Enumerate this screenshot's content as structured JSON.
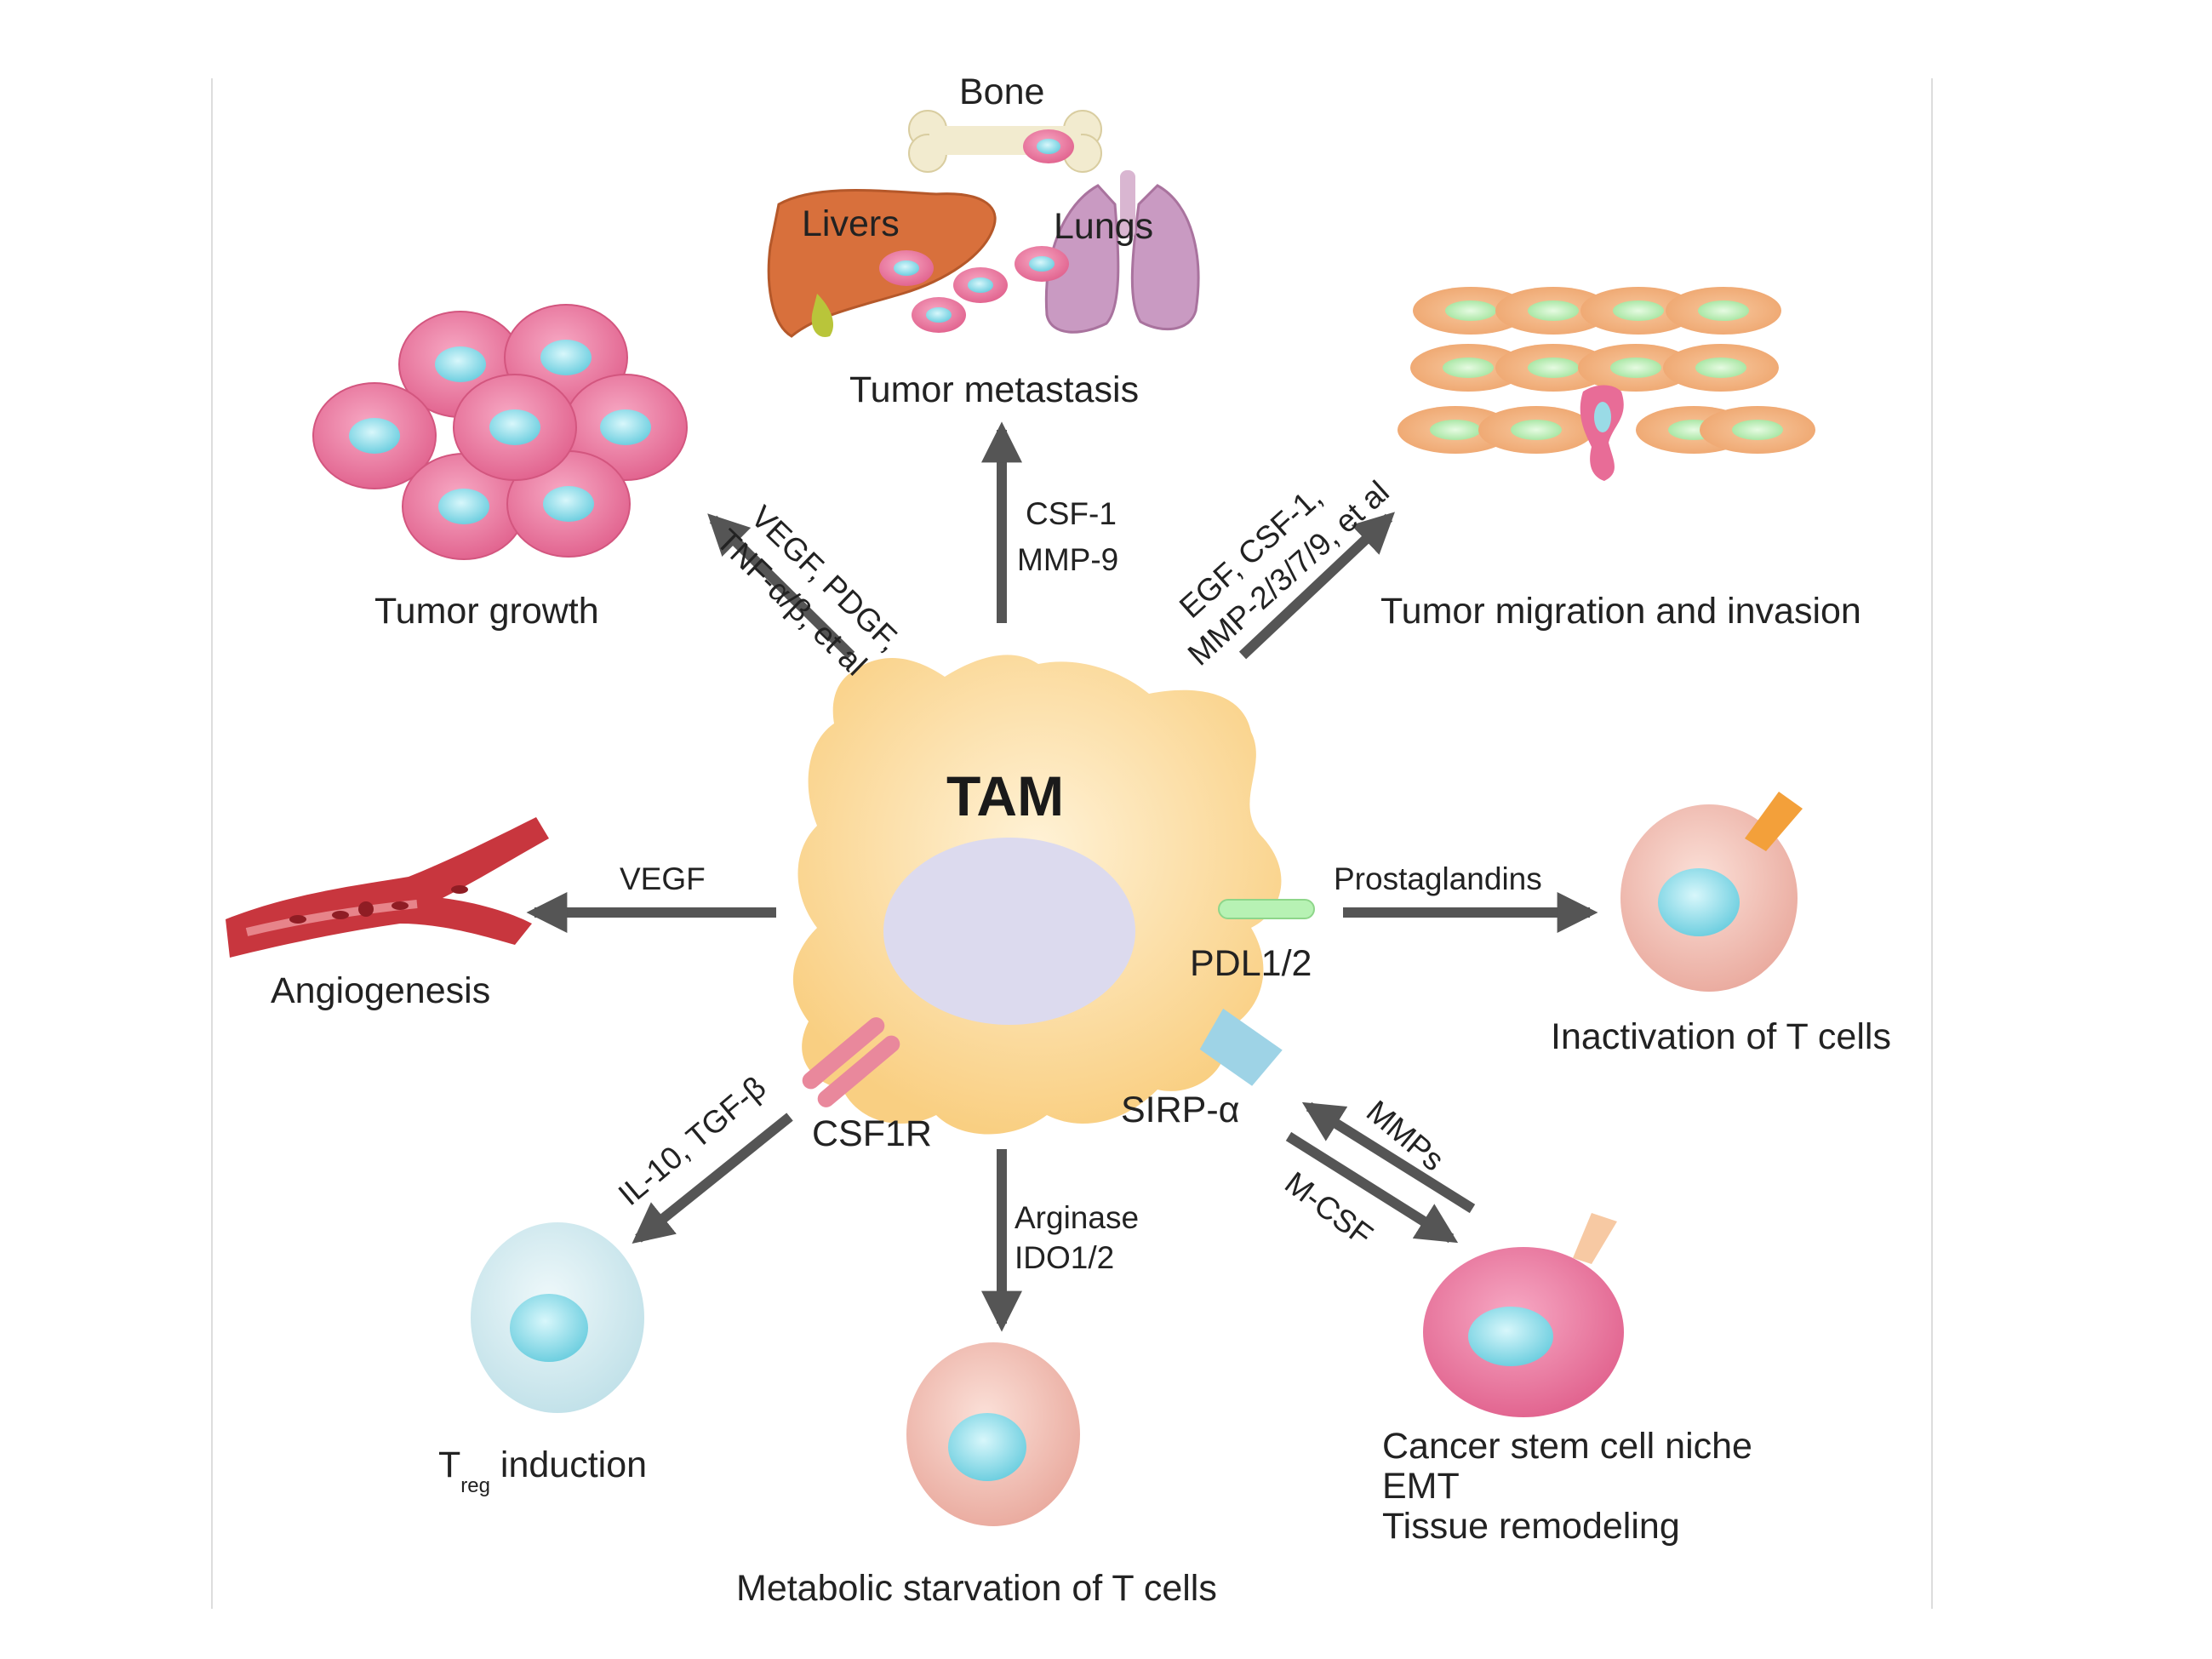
{
  "center": {
    "label": "TAM"
  },
  "receptors": {
    "pdl": "PDL1/2",
    "csf1r": "CSF1R",
    "sirp": "SIRP-α"
  },
  "organs": {
    "bone": "Bone",
    "livers": "Livers",
    "lungs": "Lungs"
  },
  "outcomes": {
    "metastasis": "Tumor metastasis",
    "growth": "Tumor growth",
    "migration": "Tumor migration and invasion",
    "angiogenesis": "Angiogenesis",
    "tcell_inactivation": "Inactivation of T cells",
    "treg_main": "T",
    "treg_sub": "reg",
    "treg_rest": " induction",
    "starvation": "Metabolic starvation of T cells",
    "csc_line1": "Cancer stem cell niche",
    "csc_line2": "EMT",
    "csc_line3": "Tissue remodeling"
  },
  "mediators": {
    "metastasis_1": "CSF-1",
    "metastasis_2": "MMP-9",
    "growth_1": "VEGF, PDGF,",
    "growth_2": "TNF-α/β, et al",
    "migration_1": "EGF, CSF-1,",
    "migration_2": "MMP-2/3/7/9, et al",
    "angiogenesis": "VEGF",
    "tcell": "Prostaglandins",
    "treg": "IL-10, TGF-β",
    "starvation_1": "Arginase",
    "starvation_2": "IDO1/2",
    "csc_in": "MMPs",
    "csc_out": "M-CSF"
  },
  "colors": {
    "arrow": "#555555",
    "tam_fill": "#f9cf82",
    "tumor_cell": "#e8729a",
    "nucleus": "#7fd6e4",
    "migration_cell": "#f2b27e",
    "migration_nucleus": "#b6ecb0",
    "vessel": "#c8363e",
    "treg_cell": "#d6ecf0",
    "tcell": "#f0b3a8",
    "pdl_receptor": "#b7f2b4",
    "csf1r_receptor": "#e9889c",
    "sirp_receptor": "#9ed3e6"
  }
}
